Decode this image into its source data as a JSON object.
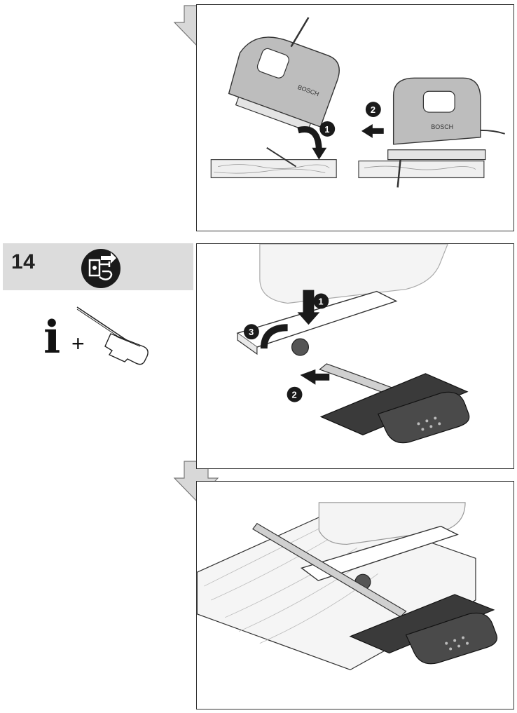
{
  "step": {
    "number": "14"
  },
  "callouts": {
    "top": [
      "1",
      "2"
    ],
    "middle": [
      "1",
      "3",
      "2"
    ]
  },
  "brand": {
    "text": "BOSCH"
  },
  "icons": {
    "unplug": "unplug-from-mains-icon",
    "info": "info-icon",
    "plus": "plus-icon",
    "accessory": "parallel-guide-accessory-icon",
    "down_arrow": "down-arrow-icon"
  },
  "colors": {
    "header_bg": "#dcdcdc",
    "icon_dark": "#1a1a1a",
    "arrow_fill": "#d8d8d8"
  }
}
